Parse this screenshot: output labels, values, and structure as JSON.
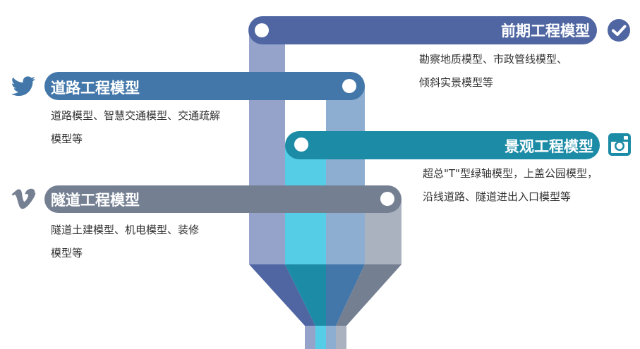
{
  "colors": {
    "slate": "#4f66a2",
    "steel": "#4377a9",
    "teal": "#1c8ba6",
    "gray": "#747f92",
    "col1_light": "#95a3cb",
    "col2_light": "#55cde6",
    "col3_light": "#8daed1",
    "col4_light": "#a9b2be",
    "text": "#333333"
  },
  "items": [
    {
      "title": "前期工程模型",
      "lines": [
        "勘察地质模型、市政管线模型、",
        "倾斜实景模型等"
      ],
      "icon": "check-circle-icon"
    },
    {
      "title": "道路工程模型",
      "lines": [
        "道路模型、智慧交通模型、交通疏解",
        "模型等"
      ],
      "icon": "twitter-bird-icon"
    },
    {
      "title": "景观工程模型",
      "lines": [
        "超总\"T\"型绿轴模型，上盖公园模型，",
        "沿线道路、隧道进出入口模型等"
      ],
      "icon": "instagram-icon"
    },
    {
      "title": "隧道工程模型",
      "lines": [
        "隧道土建模型、机电模型、装修",
        "模型等"
      ],
      "icon": "vimeo-icon"
    }
  ]
}
